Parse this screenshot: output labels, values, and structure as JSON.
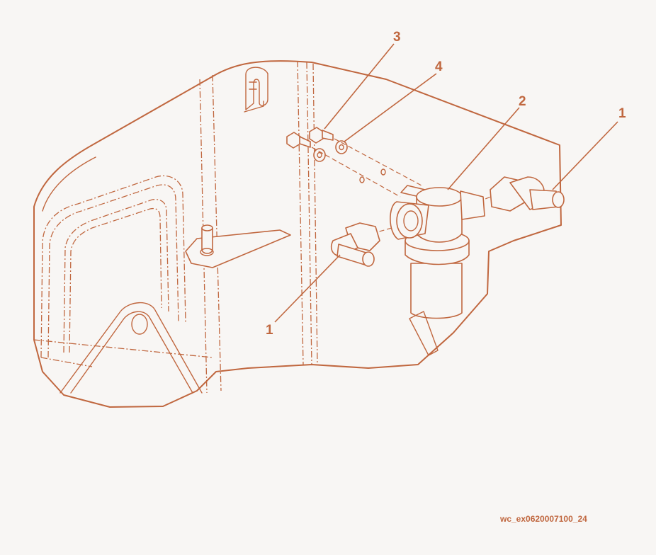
{
  "colors": {
    "ink": "#c0673f",
    "background": "#f8f6f4"
  },
  "callouts": {
    "c1_right": "1",
    "c1_left": "1",
    "c2": "2",
    "c3": "3",
    "c4": "4"
  },
  "figure_code": "wc_ex0620007100_24"
}
